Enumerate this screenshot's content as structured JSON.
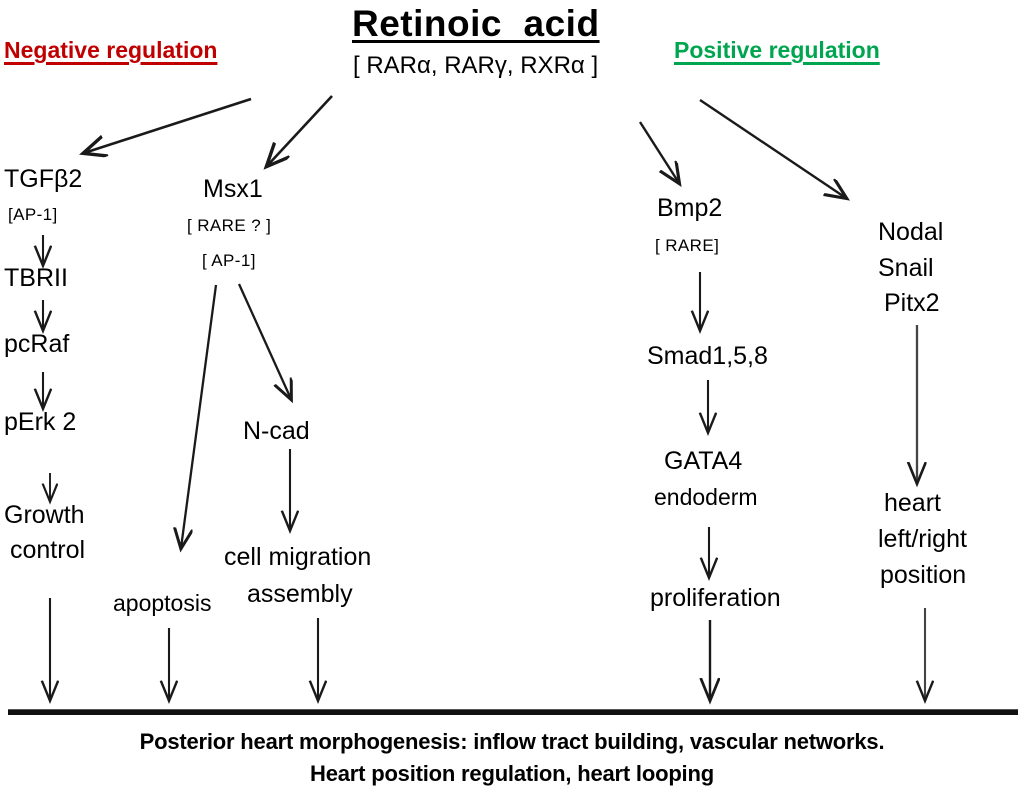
{
  "figure": {
    "title": "Retinoic  acid",
    "receptors": "[ RARα, RARγ, RXRα ]",
    "negative_heading": "Negative regulation",
    "positive_heading": "Positive regulation",
    "colors": {
      "negative": "#C00000",
      "positive": "#00A550",
      "text": "#000000",
      "arrow": "#1a1a1a",
      "background": "#FFFFFF"
    }
  },
  "branches": {
    "tgfb": {
      "gene": "TGFβ2",
      "cofactor": "[AP-1]",
      "step2": "TBRII",
      "step3": "pcRaf",
      "step4": "pErk 2",
      "outcome_line1": "Growth",
      "outcome_line2": "control"
    },
    "msx1": {
      "gene": "Msx1",
      "cofactor1": "[ RARE ? ]",
      "cofactor2": "[ AP-1]",
      "outcome_apoptosis": "apoptosis",
      "ncad": "N-cad",
      "outcome_migration_line1": "cell migration",
      "outcome_migration_line2": "assembly"
    },
    "bmp2": {
      "gene": "Bmp2",
      "cofactor": "[ RARE]",
      "step2": "Smad1,5,8",
      "step3_line1": "GATA4",
      "step3_line2": "endoderm",
      "outcome": "proliferation"
    },
    "nodal": {
      "gene_line1": "Nodal",
      "gene_line2": "Snail",
      "gene_line3": "Pitx2",
      "outcome_line1": "heart",
      "outcome_line2": "left/right",
      "outcome_line3": "position"
    }
  },
  "caption": {
    "line1": "Posterior heart  morphogenesis: inflow  tract  building, vascular networks.",
    "line2": "Heart  position regulation,  heart looping"
  }
}
